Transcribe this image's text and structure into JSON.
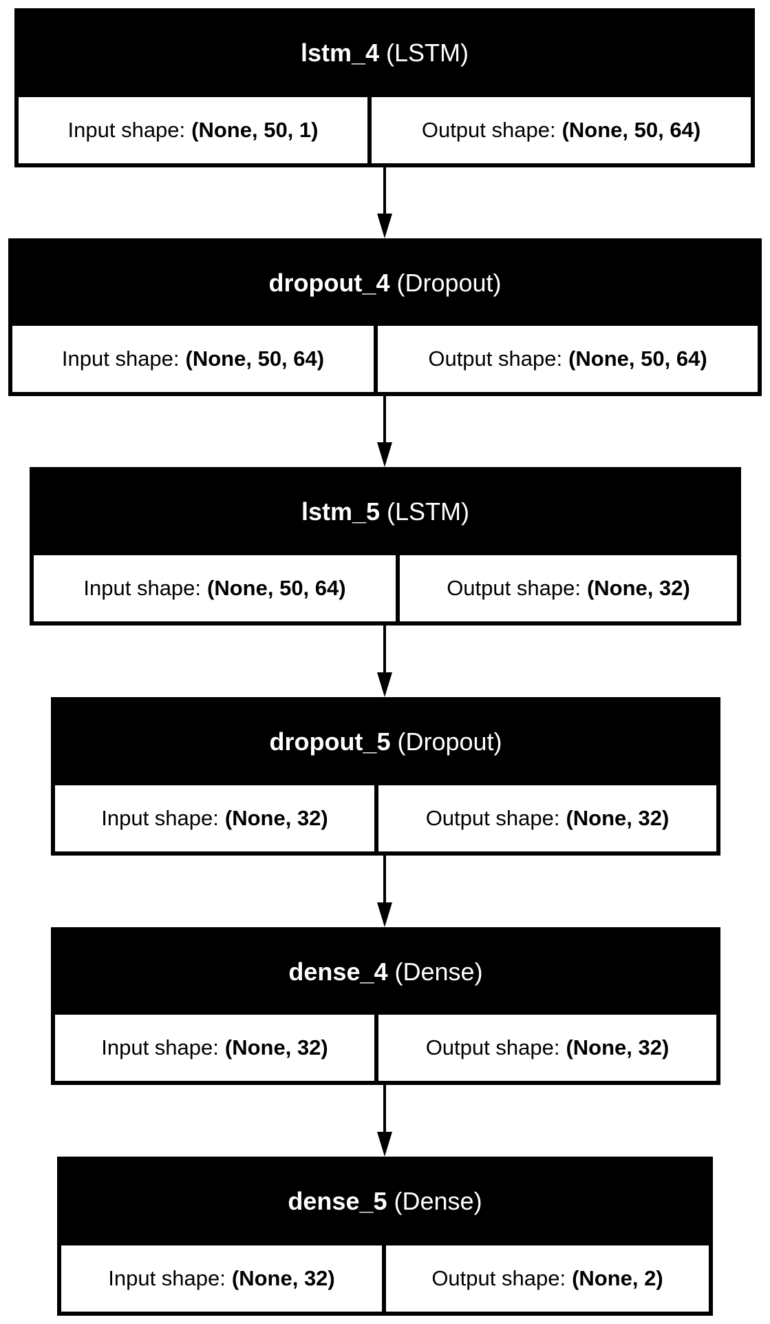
{
  "layers": [
    {
      "name": "lstm_4",
      "type": "(LSTM)",
      "input_label": "Input shape:",
      "input": "(None, 50, 1)",
      "output_label": "Output shape:",
      "output": "(None, 50, 64)"
    },
    {
      "name": "dropout_4",
      "type": "(Dropout)",
      "input_label": "Input shape:",
      "input": "(None, 50, 64)",
      "output_label": "Output shape:",
      "output": "(None, 50, 64)"
    },
    {
      "name": "lstm_5",
      "type": "(LSTM)",
      "input_label": "Input shape:",
      "input": "(None, 50, 64)",
      "output_label": "Output shape:",
      "output": "(None, 32)"
    },
    {
      "name": "dropout_5",
      "type": "(Dropout)",
      "input_label": "Input shape:",
      "input": "(None, 32)",
      "output_label": "Output shape:",
      "output": "(None, 32)"
    },
    {
      "name": "dense_4",
      "type": "(Dense)",
      "input_label": "Input shape:",
      "input": "(None, 32)",
      "output_label": "Output shape:",
      "output": "(None, 32)"
    },
    {
      "name": "dense_5",
      "type": "(Dense)",
      "input_label": "Input shape:",
      "input": "(None, 32)",
      "output_label": "Output shape:",
      "output": "(None, 2)"
    }
  ]
}
